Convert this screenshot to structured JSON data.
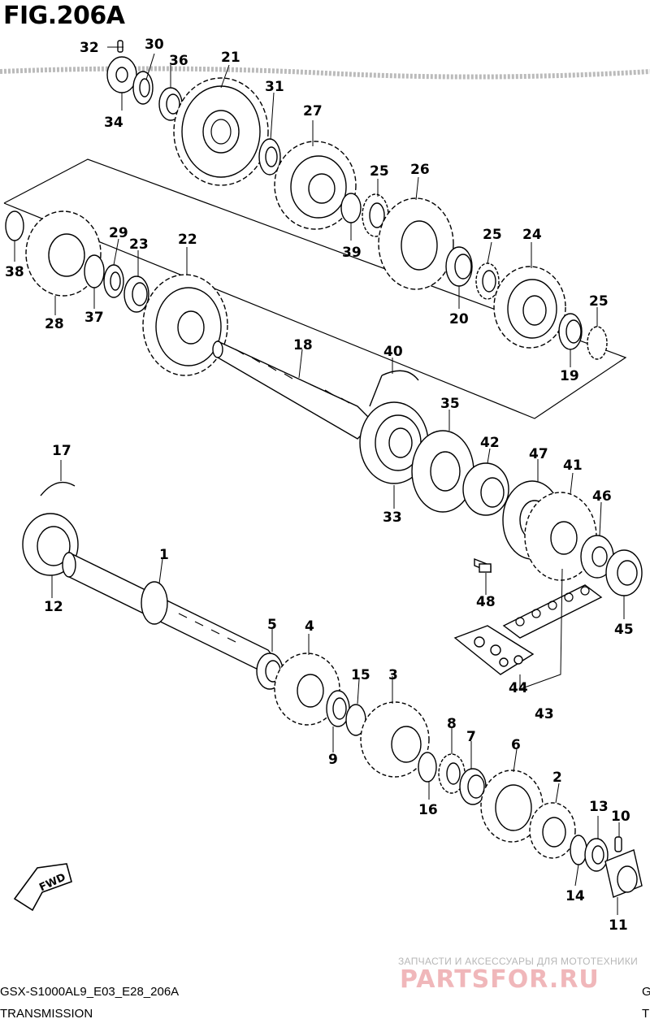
{
  "figure": {
    "title": "FIG.206A",
    "model_code": "GSX-S1000AL9_E03_E28_206A",
    "section_name": "TRANSMISSION",
    "right_cut_1": "G",
    "right_cut_2": "T"
  },
  "watermark": {
    "tagline": "ЗАПЧАСТИ И АКСЕССУАРЫ ДЛЯ МОТОТЕХНИКИ",
    "brand": "PARTSFOR.RU"
  },
  "direction_marker": {
    "label": "FWD"
  },
  "callouts": [
    "1",
    "2",
    "3",
    "4",
    "5",
    "6",
    "7",
    "8",
    "9",
    "10",
    "11",
    "12",
    "13",
    "14",
    "15",
    "16",
    "17",
    "18",
    "19",
    "20",
    "21",
    "22",
    "23",
    "24",
    "25",
    "26",
    "27",
    "28",
    "29",
    "30",
    "31",
    "32",
    "33",
    "34",
    "35",
    "36",
    "37",
    "38",
    "39",
    "40",
    "41",
    "42",
    "43",
    "44",
    "45",
    "46",
    "47",
    "48"
  ]
}
